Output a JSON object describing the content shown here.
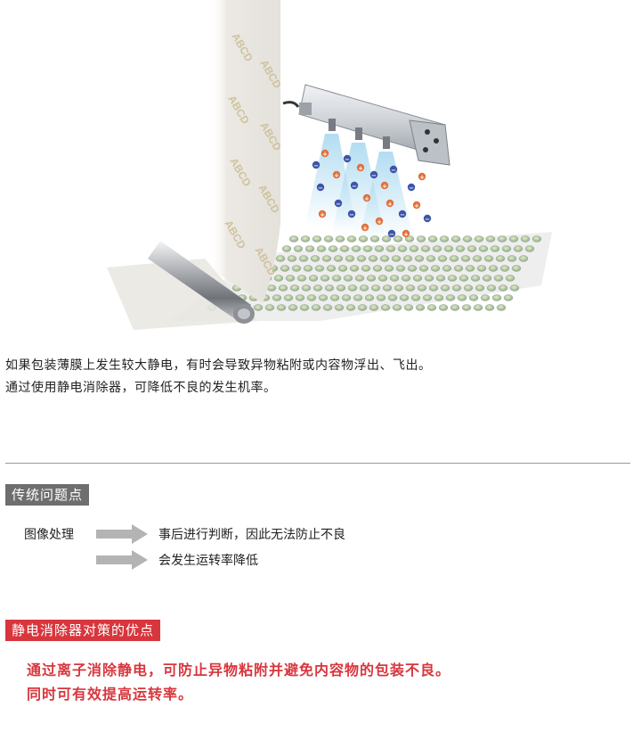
{
  "illustration": {
    "film_print": "ABCD",
    "icons": [
      "static-eliminator-bar-icon",
      "positive-ion-icon",
      "negative-ion-icon",
      "roller-icon"
    ],
    "colors": {
      "positive_ion": "#e2703a",
      "negative_ion": "#3d55a8",
      "ion_stream": "#9fd4ee",
      "bar": "#d3d7dc"
    }
  },
  "intro": {
    "line1": "如果包装薄膜上发生较大静电，有时会导致异物粘附或内容物浮出、飞出。",
    "line2": "通过使用静电消除器，可降低不良的发生机率。"
  },
  "problems": {
    "heading": "传统问题点",
    "rows": [
      {
        "label": "图像处理",
        "text": "事后进行判断，因此无法防止不良"
      },
      {
        "label": "",
        "text": "会发生运转率降低"
      }
    ]
  },
  "advantages": {
    "heading": "静电消除器对策的优点",
    "line1": "通过离子消除静电，可防止异物粘附并避免内容物的包装不良。",
    "line2": "同时可有效提高运转率。"
  },
  "colors": {
    "accent_red": "#d8363d",
    "heading_gray": "#6e6e6e",
    "arrow_gray": "#b4b4b4"
  }
}
